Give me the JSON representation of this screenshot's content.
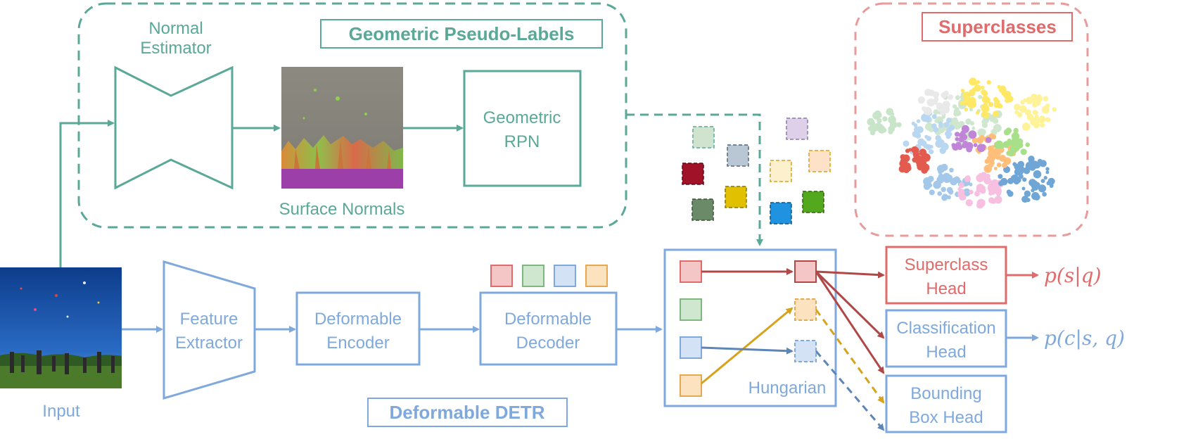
{
  "colors": {
    "teal": "#5aa897",
    "blue": "#7fa9dc",
    "red": "#e06b6b",
    "dark_red": "#b04848",
    "gold": "#d7a21c",
    "steel": "#5d85b8"
  },
  "geometric": {
    "title": "Geometric Pseudo-Labels",
    "normal_estimator": "Normal\nEstimator",
    "surface_normals": "Surface Normals",
    "rpn": "Geometric\nRPN"
  },
  "superclasses": {
    "title": "Superclasses"
  },
  "detr": {
    "title": "Deformable DETR",
    "input": "Input",
    "feature_extractor": "Feature\nExtractor",
    "encoder": "Deformable\nEncoder",
    "decoder": "Deformable\nDecoder",
    "hungarian": "Hungarian"
  },
  "heads": {
    "superclass": "Superclass\nHead",
    "classification": "Classification\nHead",
    "bbox": "Bounding\nBox Head"
  },
  "outputs": {
    "superclass_prob": "p(s|q)",
    "class_prob": "p(c|s, q)"
  }
}
